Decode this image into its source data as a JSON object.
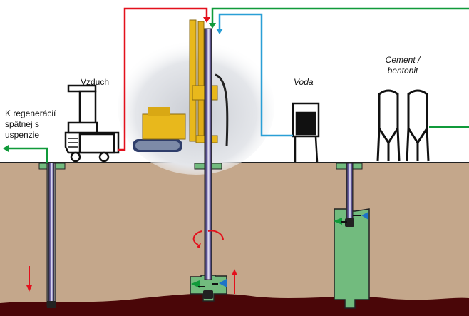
{
  "labels": {
    "air": "Vzduch",
    "regeneration": [
      "K regenerácií",
      "spätnej s",
      "uspenzie"
    ],
    "water": "Voda",
    "cement": [
      "Cement /",
      "bentonit"
    ]
  },
  "colors": {
    "air_line": "#e3101c",
    "suspension_line": "#109a3a",
    "water_line": "#2a9fd6",
    "soil": "#c4a78b",
    "bedrock": "#4a0608",
    "cement_fill": "#72bb7e",
    "rig_yellow": "#e8b81c"
  }
}
